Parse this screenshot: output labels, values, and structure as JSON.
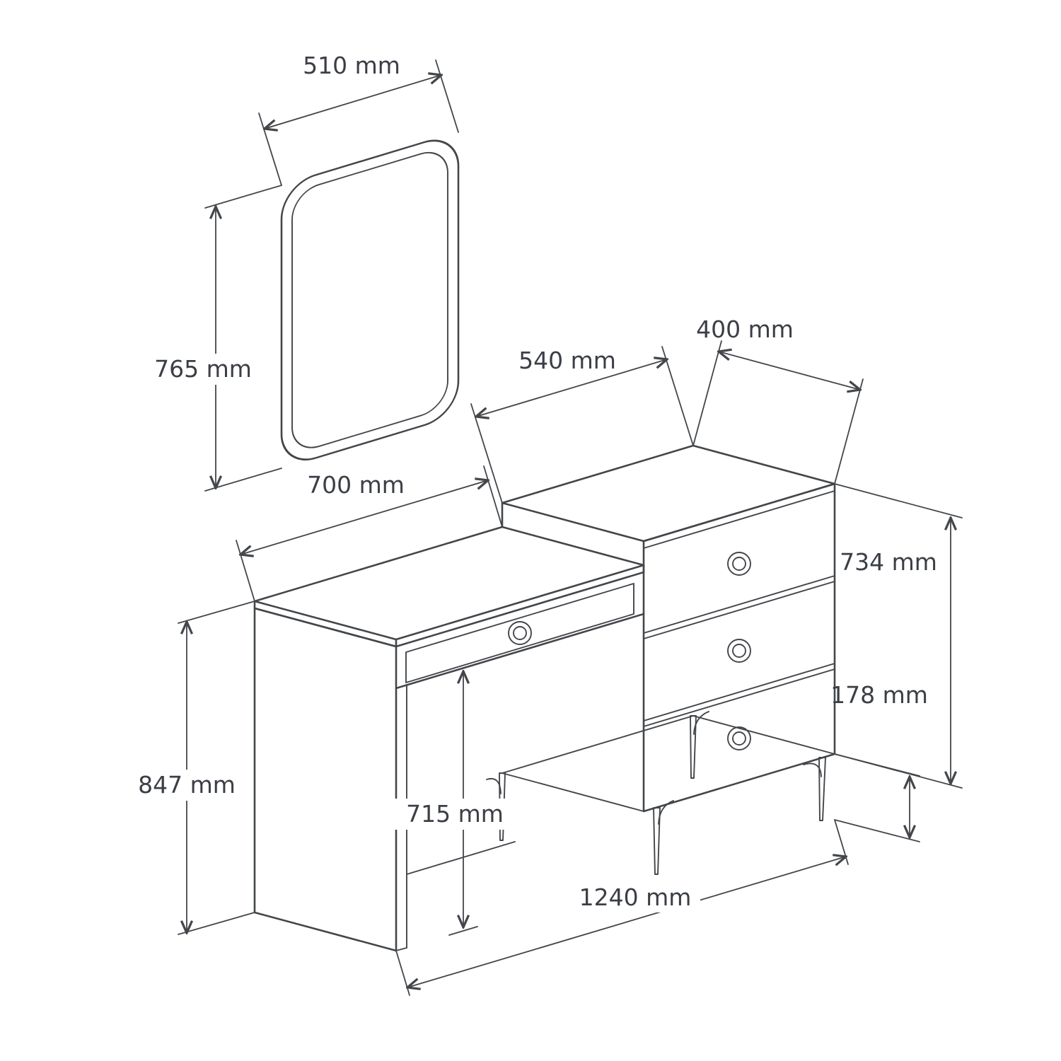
{
  "drawing": {
    "kind": "furniture-dimension-diagram",
    "subject": "dressing table with wall mirror and three-drawer chest",
    "units": "mm",
    "line_color": "#43464a",
    "text_color": "#3b3f45",
    "background_color": "#ffffff"
  },
  "dimensions": {
    "mirror_width": {
      "label": "510 mm",
      "value": 510
    },
    "mirror_height": {
      "label": "765 mm",
      "value": 765
    },
    "desk_width": {
      "label": "700 mm",
      "value": 700
    },
    "chest_width": {
      "label": "540 mm",
      "value": 540
    },
    "chest_depth": {
      "label": "400 mm",
      "value": 400
    },
    "chest_body_height": {
      "label": "734 mm",
      "value": 734
    },
    "leg_height": {
      "label": "178 mm",
      "value": 178
    },
    "desk_height": {
      "label": "847 mm",
      "value": 847
    },
    "knee_clearance": {
      "label": "715 mm",
      "value": 715
    },
    "total_width": {
      "label": "1240 mm",
      "value": 1240
    }
  }
}
